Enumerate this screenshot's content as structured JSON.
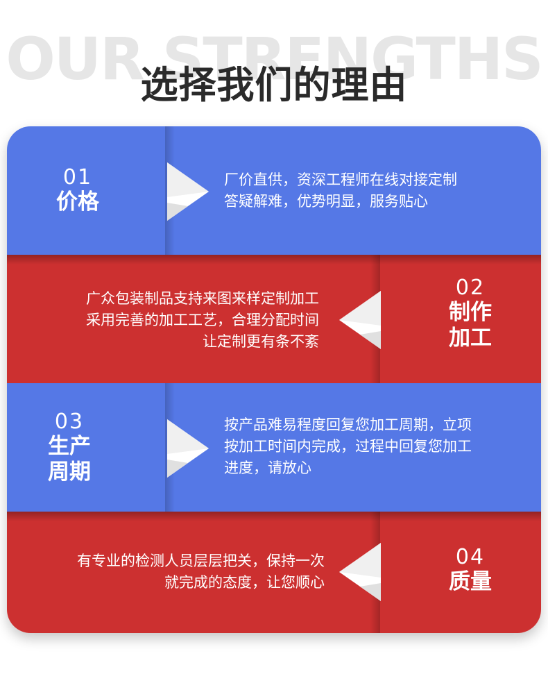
{
  "header": {
    "bg_text": "OUR STRENGTHS",
    "title": "选择我们的理由"
  },
  "colors": {
    "blue": "#5578e6",
    "red": "#cc3030"
  },
  "rows": [
    {
      "num": "01",
      "name": "价格",
      "desc": "厂价直供，资深工程师在线对接定制\n答疑解难，优势明显，服务贴心"
    },
    {
      "num": "02",
      "name": "制作\n加工",
      "desc": "广众包装制品支持来图来样定制加工\n采用完善的加工工艺，合理分配时间\n让定制更有条不紊"
    },
    {
      "num": "03",
      "name": "生产\n周期",
      "desc": "按产品难易程度回复您加工周期，立项\n按加工时间内完成，过程中回复您加工\n进度，请放心"
    },
    {
      "num": "04",
      "name": "质量",
      "desc": "有专业的检测人员层层把关，保持一次\n就完成的态度，让您顺心"
    }
  ]
}
